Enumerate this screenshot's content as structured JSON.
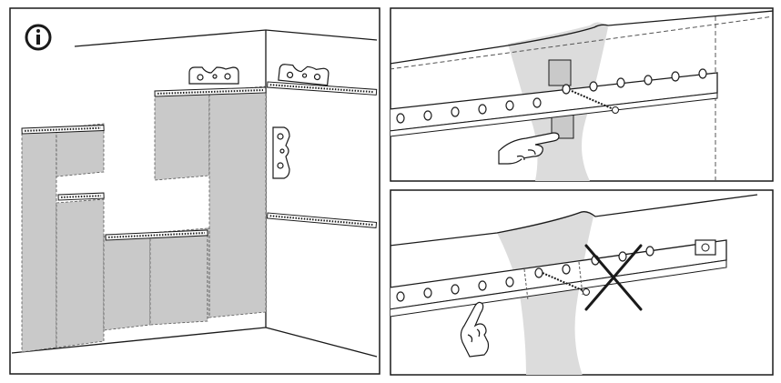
{
  "figure": {
    "panels": [
      {
        "name": "overview",
        "description_label": ""
      },
      {
        "name": "correct-fixing",
        "description_label": ""
      },
      {
        "name": "incorrect-fixing",
        "description_label": ""
      }
    ],
    "icons": {
      "info": "info-icon",
      "cross": "cross-mark-icon",
      "hand": "pointing-hand-icon"
    },
    "colors": {
      "line": "#1a1a1a",
      "panel_fill": "#c9c9c9",
      "stud_fill": "#dcdcdc",
      "background": "#ffffff"
    }
  }
}
